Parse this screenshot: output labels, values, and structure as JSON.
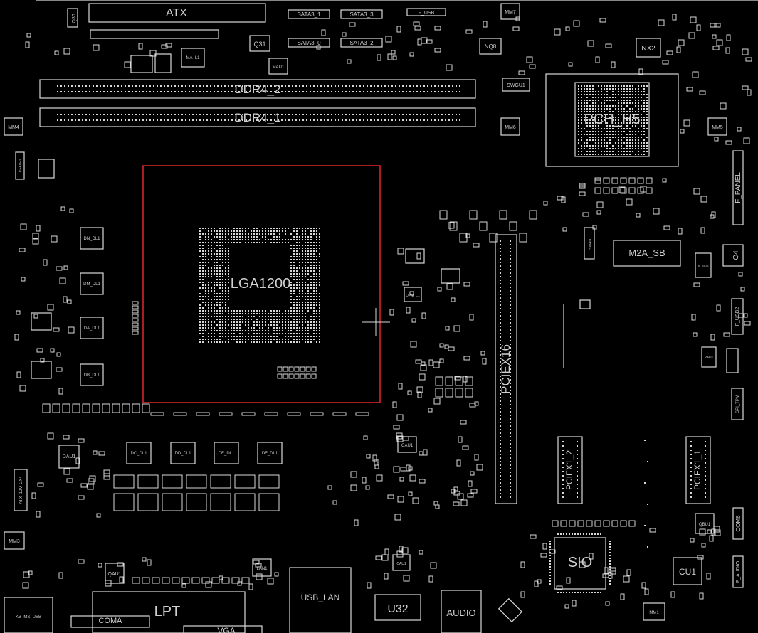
{
  "board": {
    "background": "#000000",
    "outline_color": "#d8d8d8",
    "highlight_color": "#e0282d"
  },
  "labels": {
    "atx": "ATX",
    "q30": "Q30",
    "sata3_1": "SATA3_1",
    "sata3_3": "SATA3_3",
    "sata3_0": "SATA3_0",
    "sata3_2": "SATA3_2",
    "f_usb": "F_USB",
    "mm7": "MM7",
    "q31": "Q31",
    "ma_l1": "MA_L1",
    "mau1": "MAU1",
    "nq8": "NQ8",
    "swgu1": "SWGU1",
    "nx2": "NX2",
    "ddr4_2": "DDR4_2",
    "ddr4_1": "DDR4_1",
    "pch_h5": "PCH_H5",
    "mm4": "MM4",
    "mm6": "MM6",
    "mm5": "MM5",
    "lgate1": "LGATE1",
    "f_panel": "F_PANEL",
    "lga1200": "LGA1200",
    "dn_dl1": "DN_DL1",
    "dm_dl1": "DM_DL1",
    "da_dl1": "DA_DL1",
    "db_dl1": "DB_DL1",
    "dpm_l1": "DPM_L1",
    "swau1": "SWAU1",
    "m2a_sb": "M2A_SB",
    "q4": "Q4",
    "m_bios": "M_BIOS",
    "f_usb2": "F_USB2",
    "pciex16": "PCIEX16",
    "atx_12v_2x4": "ATX_12V_2X4",
    "pau1": "PAU1",
    "spi_tpm": "SPI_TPM",
    "dau1": "DAU1",
    "dc_dl1": "DC_DL1",
    "dd_dl1": "DD_DL1",
    "de_dl1": "DE_DL1",
    "df_dl1": "DF_DL1",
    "gau1": "GAU1",
    "pciex1_2": "PCIEX1_2",
    "pciex1_1": "PCIEX1_1",
    "qbu1": "QBU1",
    "com6": "COM6",
    "mm3": "MM3",
    "sio": "SIO",
    "cu1": "CU1",
    "f_audio": "F_AUDIO",
    "qau1": "QAU1",
    "lan1": "LAN1",
    "u32": "U32",
    "usb_lan": "USB_LAN",
    "lpt": "LPT",
    "coma": "COMA",
    "vga": "VGA",
    "audio": "AUDIO",
    "kb_ms_usb": "KB_MS_USB",
    "mm1": "MM1",
    "cau1": "CAU1"
  }
}
